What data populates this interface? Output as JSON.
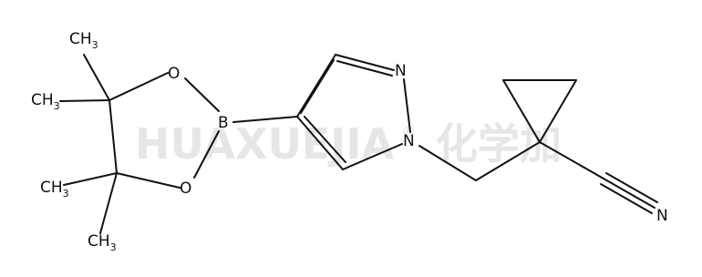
{
  "watermark": {
    "text": "HUAXUEJIA",
    "registered": "®",
    "cn": "化学加"
  },
  "atoms": {
    "ch3_top": {
      "main": "CH",
      "sub": "3"
    },
    "ch3_left": {
      "main": "CH",
      "sub": "3"
    },
    "ch3_low_left": {
      "main": "CH",
      "sub": "3"
    },
    "ch3_bottom": {
      "main": "CH",
      "sub": "3"
    },
    "o_top": "O",
    "o_bottom": "O",
    "b": "B",
    "n_top": "N",
    "n_ring": "N",
    "n_nitrile": "N"
  },
  "colors": {
    "bond": "#111111",
    "label": "#111111",
    "watermark": "#e6e6e6",
    "background": "#ffffff"
  }
}
